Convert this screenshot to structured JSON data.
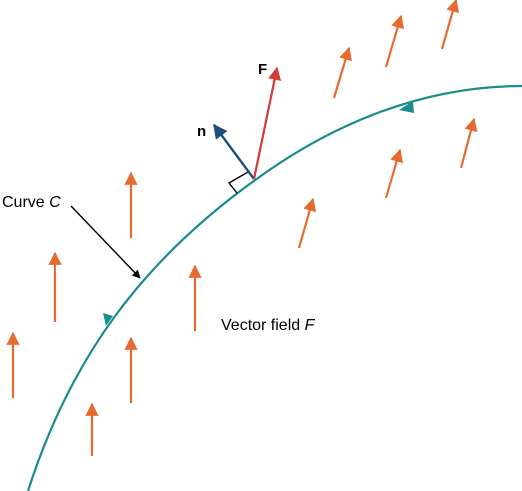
{
  "labels": {
    "curve_prefix": "Curve ",
    "curve_name": "C",
    "field_prefix": "Vector field ",
    "field_name": "F",
    "force": "F",
    "normal": "n"
  },
  "colors": {
    "field_arrow": "#e8692d",
    "curve": "#1a8c8c",
    "normal_vector": "#1e4f7a",
    "force_vector": "#d23b3b",
    "pointer": "#000000"
  }
}
